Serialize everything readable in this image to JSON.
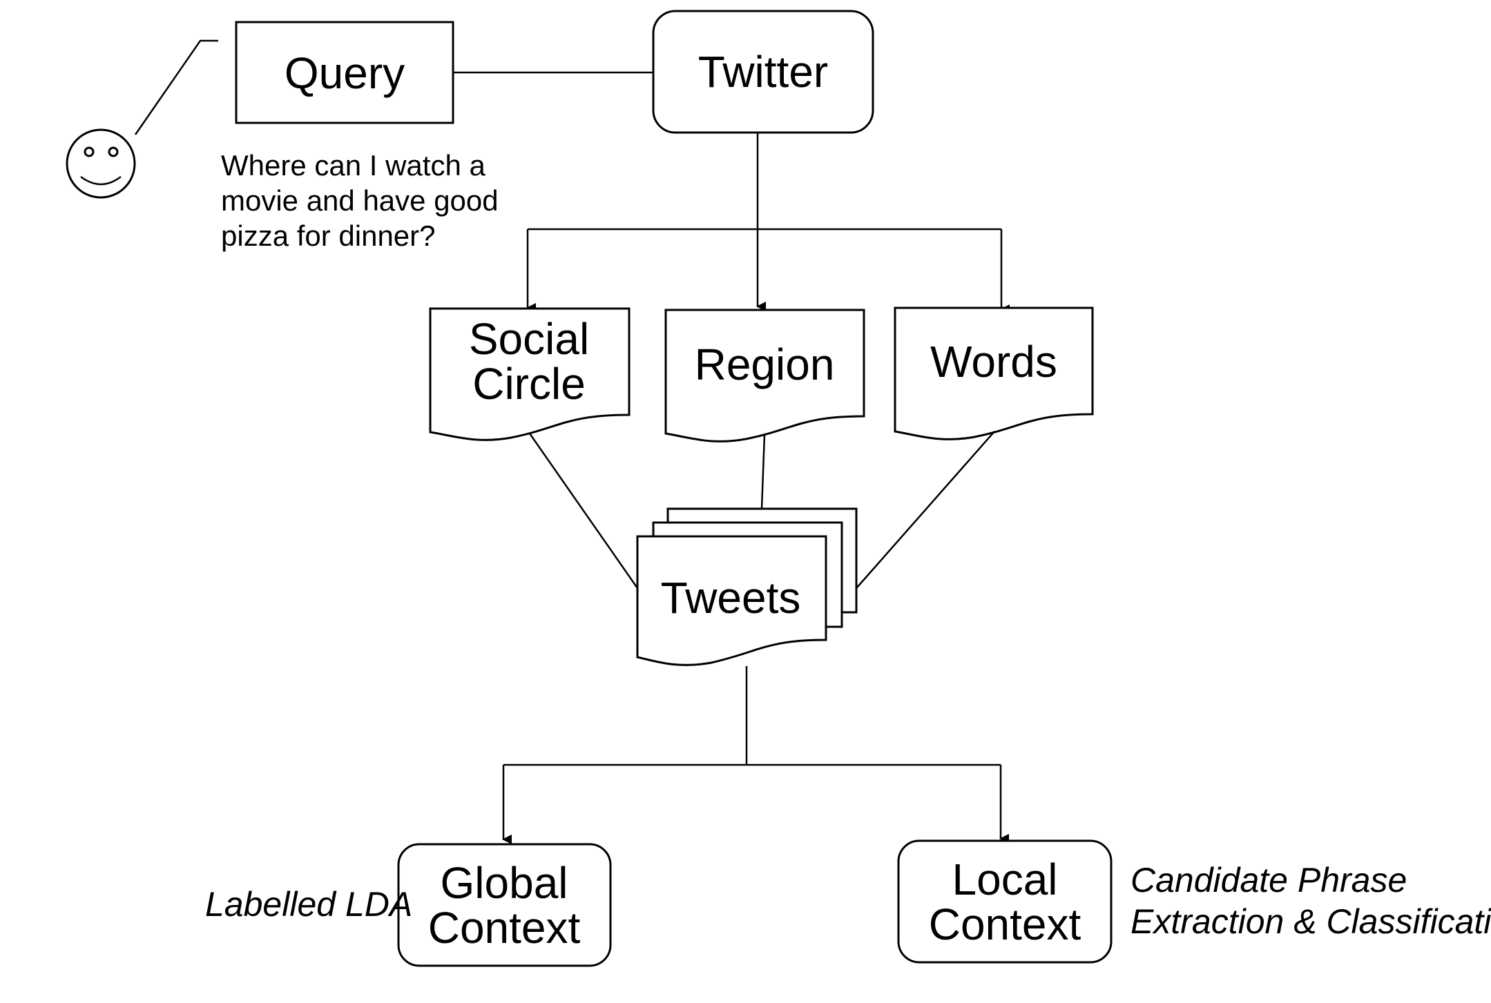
{
  "nodes": {
    "query": "Query",
    "twitter": "Twitter",
    "social_circle": [
      "Social",
      "Circle"
    ],
    "region": "Region",
    "words": "Words",
    "tweets": "Tweets",
    "global_context": [
      "Global",
      "Context"
    ],
    "local_context": [
      "Local",
      "Context"
    ]
  },
  "annotations": {
    "user_query": [
      "Where can I watch a",
      "movie and have good",
      "pizza for dinner?"
    ],
    "global_method": "Labelled LDA",
    "local_method": [
      "Candidate Phrase",
      "Extraction & Classification"
    ]
  },
  "icons": {
    "user": "smiley-face-icon"
  },
  "colors": {
    "stroke": "#000000",
    "background": "#ffffff"
  }
}
